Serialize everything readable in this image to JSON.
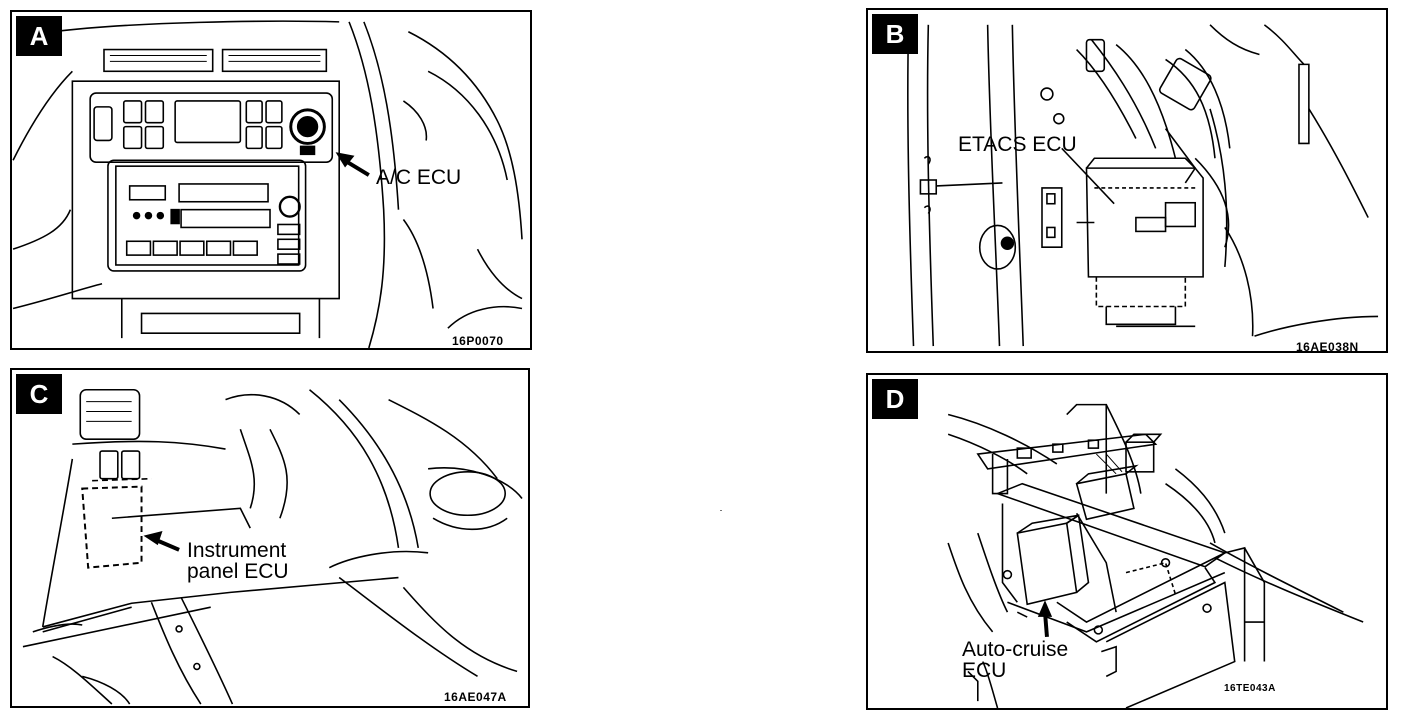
{
  "panels": {
    "a": {
      "letter": "A",
      "code": "16P0070",
      "callout": "A/C ECU"
    },
    "b": {
      "letter": "B",
      "code": "16AE038N",
      "callout": "ETACS ECU"
    },
    "c": {
      "letter": "C",
      "code": "16AE047A",
      "callout_line1": "Instrument",
      "callout_line2": "panel ECU"
    },
    "d": {
      "letter": "D",
      "code": "16TE043A",
      "callout_line1": "Auto-cruise",
      "callout_line2": "ECU"
    }
  },
  "icons": {
    "arrow": "arrow-icon"
  }
}
